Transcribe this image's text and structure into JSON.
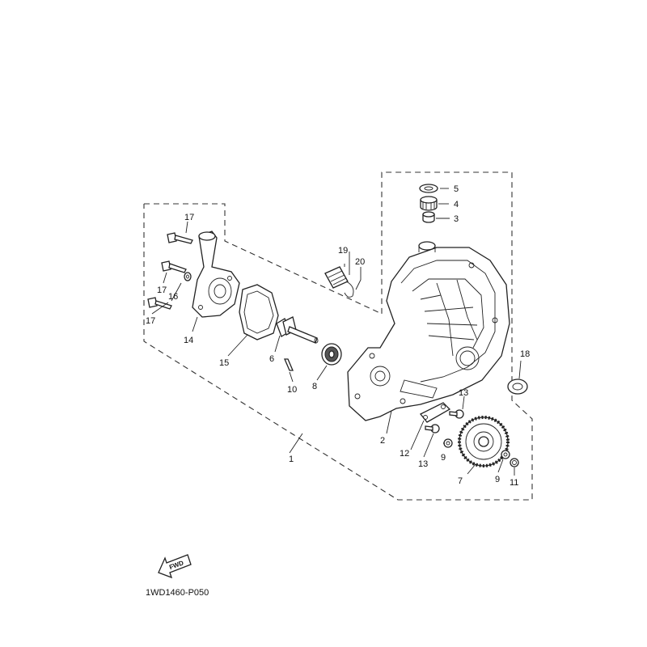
{
  "diagram": {
    "callouts": {
      "c1": "1",
      "c2": "2",
      "c3": "3",
      "c4": "4",
      "c5": "5",
      "c6": "6",
      "c7": "7",
      "c8": "8",
      "c9a": "9",
      "c9b": "9",
      "c10": "10",
      "c11": "11",
      "c12": "12",
      "c13a": "13",
      "c13b": "13",
      "c14": "14",
      "c15": "15",
      "c16": "16",
      "c17a": "17",
      "c17b": "17",
      "c17c": "17",
      "c18": "18",
      "c19": "19",
      "c20": "20"
    },
    "fwd_label": "FWD",
    "diagram_code": "1WD1460-P050"
  }
}
